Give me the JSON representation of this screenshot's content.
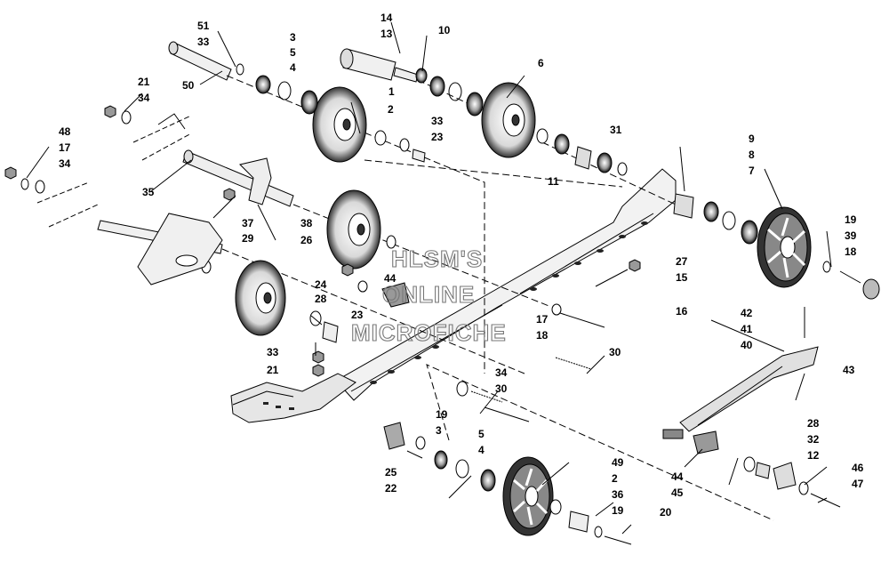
{
  "watermark": {
    "line1": "HLSM'S",
    "line2": "ONLINE",
    "line3": "MICROFICHE"
  },
  "callouts": [
    "51",
    "33",
    "50",
    "14",
    "13",
    "10",
    "3",
    "5",
    "4",
    "6",
    "1",
    "2",
    "21",
    "34",
    "33",
    "23",
    "48",
    "17",
    "34",
    "9",
    "8",
    "7",
    "31",
    "11",
    "35",
    "37",
    "38",
    "26",
    "29",
    "27",
    "15",
    "16",
    "19",
    "39",
    "18",
    "24",
    "28",
    "44",
    "17",
    "18",
    "42",
    "41",
    "40",
    "43",
    "23",
    "33",
    "21",
    "30",
    "34",
    "30",
    "19",
    "3",
    "5",
    "4",
    "49",
    "25",
    "22",
    "2",
    "36",
    "19",
    "20",
    "44",
    "45",
    "28",
    "32",
    "12",
    "46",
    "47"
  ]
}
